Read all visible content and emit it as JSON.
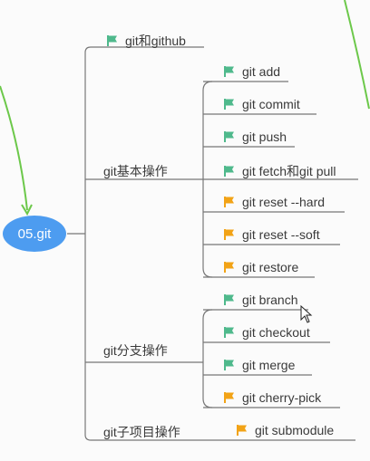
{
  "colors": {
    "root_fill": "#4d9cf0",
    "line": "#777777",
    "arrow": "#6cc84a",
    "flag_green": "#4fb98c",
    "flag_orange": "#f2a316"
  },
  "root": {
    "label": "05.git"
  },
  "branches": {
    "github": {
      "label": "git和github",
      "flag": "green"
    },
    "basic": {
      "label": "git基本操作",
      "items": [
        {
          "label": "git add",
          "flag": "green"
        },
        {
          "label": "git commit",
          "flag": "green"
        },
        {
          "label": "git push",
          "flag": "green"
        },
        {
          "label": "git fetch和git pull",
          "flag": "green"
        },
        {
          "label": "git reset --hard",
          "flag": "orange"
        },
        {
          "label": "git reset --soft",
          "flag": "orange"
        },
        {
          "label": "git restore",
          "flag": "orange"
        }
      ]
    },
    "branch_ops": {
      "label": "git分支操作",
      "items": [
        {
          "label": "git branch",
          "flag": "green"
        },
        {
          "label": "git checkout",
          "flag": "green"
        },
        {
          "label": "git merge",
          "flag": "green"
        },
        {
          "label": "git cherry-pick",
          "flag": "orange"
        }
      ]
    },
    "submodule": {
      "label": "git子项目操作",
      "item": {
        "label": "git submodule",
        "flag": "orange"
      }
    }
  }
}
